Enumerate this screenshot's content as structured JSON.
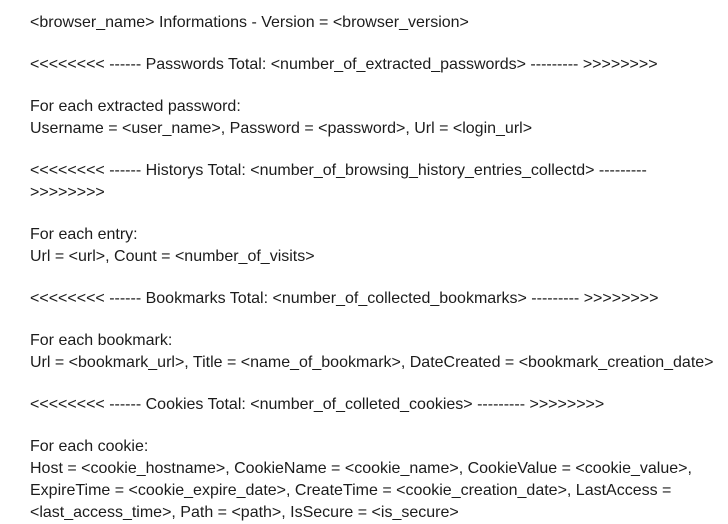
{
  "document": {
    "background_color": "#ffffff",
    "text_color": "#1c1c1c",
    "blocks": [
      {
        "name": "browser-info",
        "lines": [
          "<browser_name> Informations - Version = <browser_version>"
        ]
      },
      {
        "name": "passwords-total-header",
        "lines": [
          "<<<<<<<< ------ Passwords Total: <number_of_extracted_passwords> --------- >>>>>>>>"
        ]
      },
      {
        "name": "password-entry-format",
        "lines": [
          "For each extracted password:",
          "Username = <user_name>, Password = <password>, Url = <login_url>"
        ]
      },
      {
        "name": "history-total-header",
        "lines": [
          "<<<<<<<< ------ Historys Total: <number_of_browsing_history_entries_collectd> ---------",
          ">>>>>>>>"
        ]
      },
      {
        "name": "history-entry-format",
        "lines": [
          "For each entry:",
          "Url = <url>, Count = <number_of_visits>"
        ]
      },
      {
        "name": "bookmarks-total-header",
        "lines": [
          "<<<<<<<< ------ Bookmarks Total: <number_of_collected_bookmarks> --------- >>>>>>>>"
        ]
      },
      {
        "name": "bookmark-entry-format",
        "lines": [
          "For each bookmark:",
          "Url = <bookmark_url>, Title = <name_of_bookmark>, DateCreated = <bookmark_creation_date>"
        ]
      },
      {
        "name": "cookies-total-header",
        "lines": [
          "<<<<<<<< ------ Cookies Total: <number_of_colleted_cookies> --------- >>>>>>>>"
        ]
      },
      {
        "name": "cookie-entry-format",
        "lines": [
          "For each cookie:",
          "Host = <cookie_hostname>, CookieName = <cookie_name>, CookieValue = <cookie_value>,",
          "ExpireTime = <cookie_expire_date>, CreateTime = <cookie_creation_date>, LastAccess =",
          "<last_access_time>, Path = <path>, IsSecure = <is_secure>"
        ]
      }
    ]
  }
}
